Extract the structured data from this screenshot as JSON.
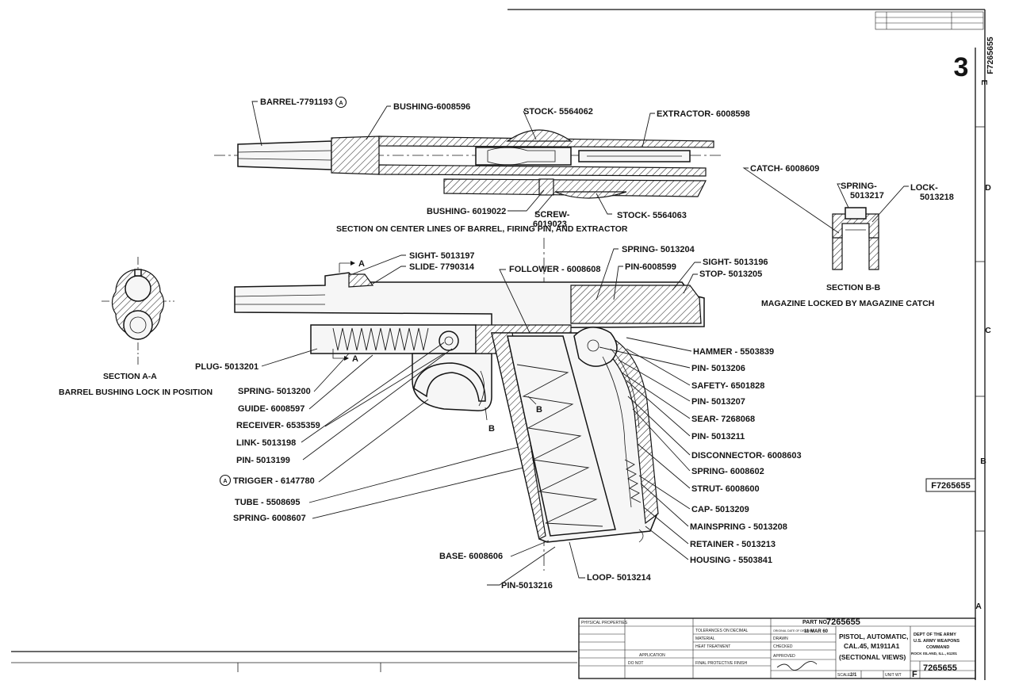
{
  "sheet": {
    "sheet_number": "3",
    "drawing_number": "F7265655",
    "border_letters": [
      "E",
      "D",
      "C",
      "B",
      "A"
    ]
  },
  "top_view": {
    "labels": [
      "BARREL-7791193",
      "BUSHING-6008596",
      "STOCK- 5564062",
      "EXTRACTOR- 6008598",
      "BUSHING- 6019022",
      "SCREW-",
      "6019023",
      "STOCK- 5564063"
    ],
    "caption": "SECTION ON CENTER LINES OF BARREL, FIRING PIN, AND EXTRACTOR"
  },
  "section_bb": {
    "labels": [
      "CATCH- 6008609",
      "SPRING-",
      "5013217",
      "LOCK-",
      "5013218"
    ],
    "title": "SECTION B-B",
    "subtitle": "MAGAZINE LOCKED BY MAGAZINE CATCH"
  },
  "section_aa": {
    "title": "SECTION A-A",
    "subtitle": "BARREL BUSHING LOCK IN POSITION",
    "markers": [
      "A",
      "A"
    ]
  },
  "main_view": {
    "top_labels": [
      "SIGHT- 5013197",
      "SLIDE- 7790314",
      "FOLLOWER - 6008608",
      "SPRING- 5013204",
      "PIN-6008599",
      "SIGHT- 5013196",
      "STOP- 5013205"
    ],
    "left_labels": [
      "PLUG- 5013201",
      "SPRING- 5013200",
      "GUIDE- 6008597",
      "RECEIVER- 6535359",
      "LINK- 5013198",
      "PIN- 5013199",
      "TRIGGER - 6147780",
      "TUBE - 5508695",
      "SPRING- 6008607"
    ],
    "right_labels": [
      "HAMMER - 5503839",
      "PIN- 5013206",
      "SAFETY- 6501828",
      "PIN- 5013207",
      "SEAR- 7268068",
      "PIN- 5013211",
      "DISCONNECTOR- 6008603",
      "SPRING- 6008602",
      "STRUT- 6008600",
      "CAP- 5013209",
      "MAINSPRING - 5013208",
      "RETAINER - 5013213",
      "HOUSING - 5503841"
    ],
    "bottom_labels": [
      "BASE- 6008606",
      "PIN-5013216",
      "LOOP- 5013214"
    ],
    "section_markers": [
      "B",
      "B"
    ]
  },
  "side_tag": "F7265655",
  "title_block": {
    "part_no_label": "PART NO.",
    "part_no": "7265655",
    "title_lines": [
      "PISTOL, AUTOMATIC,",
      "CAL.45, M1911A1",
      "(SECTIONAL VIEWS)"
    ],
    "org_lines": [
      "DEPT OF THE ARMY",
      "U.S. ARMY WEAPONS",
      "COMMAND",
      "ROCK ISLAND, ILL., 61201"
    ],
    "drawing_date": "11 MAR 60",
    "scale_label": "SCALE",
    "scale_value": "2/1",
    "size_letter": "F",
    "drawing_number": "7265655",
    "small_fields": [
      "PHYSICAL PROPERTIES",
      "TOLERANCES ON DECIMAL",
      "MATERIAL",
      "HEAT TREATMENT",
      "FINAL PROTECTIVE FINISH",
      "APPLICATION",
      "DO NOT",
      "ORIGINAL DATE OF DRAWING",
      "DRAWN",
      "CHECKED",
      "APPROVED",
      "UNIT WT"
    ]
  }
}
